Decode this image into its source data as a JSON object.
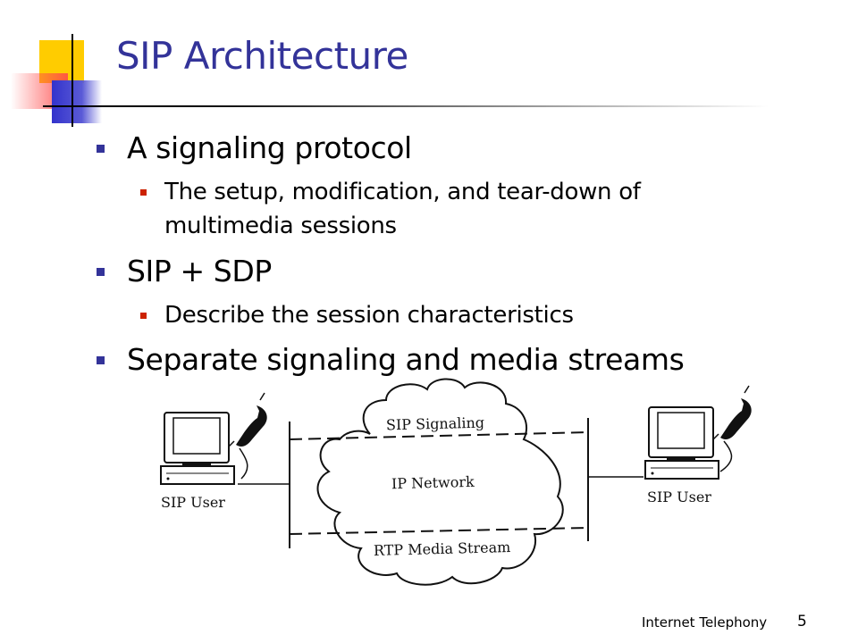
{
  "slide": {
    "title": "SIP Architecture",
    "bullets": [
      {
        "text": "A signaling protocol",
        "sub": [
          "The setup, modification, and tear-down of multimedia sessions"
        ]
      },
      {
        "text": "SIP + SDP",
        "sub": [
          "Describe the session characteristics"
        ]
      },
      {
        "text": "Separate signaling and media streams",
        "sub": []
      }
    ],
    "footer": "Internet Telephony",
    "page_number": "5"
  },
  "diagram": {
    "left_user_label": "SIP User",
    "right_user_label": "SIP User",
    "signaling_label": "SIP Signaling",
    "network_label": "IP Network",
    "media_label": "RTP Media Stream"
  },
  "colors": {
    "title": "#333399",
    "bullet_level1": "#333399",
    "bullet_level2": "#cc2200",
    "deco_yellow": "#ffcc00",
    "deco_red": "#ff4a4a",
    "deco_blue": "#3333cc"
  }
}
